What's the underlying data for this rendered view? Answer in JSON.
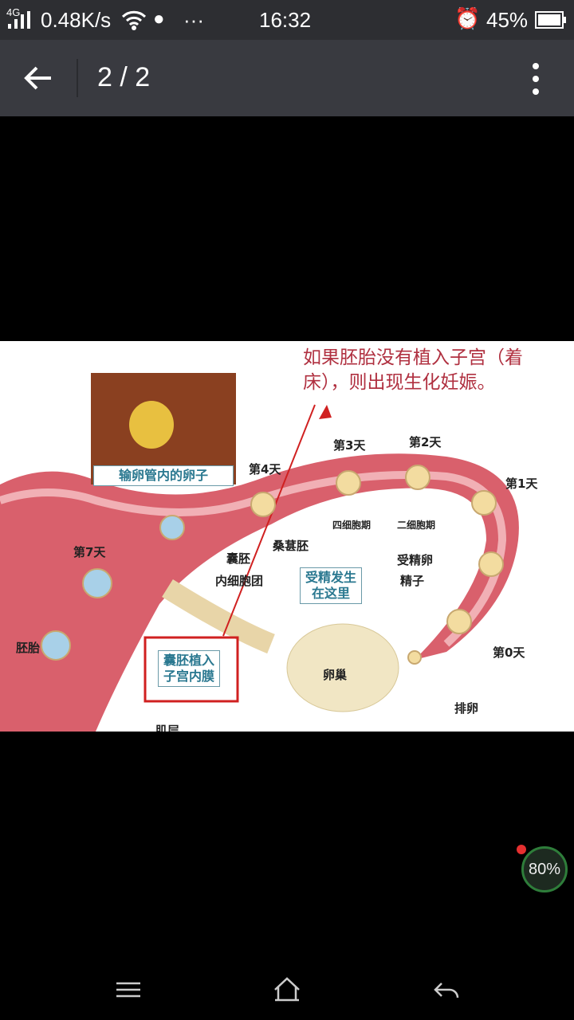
{
  "status_bar": {
    "network": "4G",
    "speed": "0.48K/s",
    "more": "···",
    "time": "16:32",
    "battery": "45%",
    "icons": [
      "signal-icon",
      "wifi-icon",
      "wechat-icon",
      "alarm-icon",
      "battery-icon"
    ]
  },
  "toolbar": {
    "counter": "2 / 2",
    "back_icon": "arrow-left-icon",
    "menu_icon": "more-vertical-icon"
  },
  "image": {
    "note": "如果胚胎没有植入子宫（着床），则出现生化妊娠。",
    "inset_caption": "输卵管内的卵子",
    "labels": {
      "day0": "第0天",
      "day1": "第1天",
      "day2": "第2天",
      "day3": "第3天",
      "day4": "第4天",
      "day7": "第7天",
      "four_cell": "四细胞期",
      "two_cell": "二细胞期",
      "morula": "桑葚胚",
      "blastocyst": "囊胚",
      "inner_cell_mass": "内细胞团",
      "zygote": "受精卵",
      "sperm": "精子",
      "embryo": "胚胎",
      "ovary": "卵巢",
      "ovulation": "排卵",
      "muscle": "肌层"
    },
    "fertilization_box": "受精发生\n在这里",
    "implant_box": "囊胚植入\n子宫内膜"
  },
  "floating_badge": "80%",
  "nav_bar": {
    "icons": [
      "menu-icon",
      "home-icon",
      "back-icon"
    ]
  }
}
